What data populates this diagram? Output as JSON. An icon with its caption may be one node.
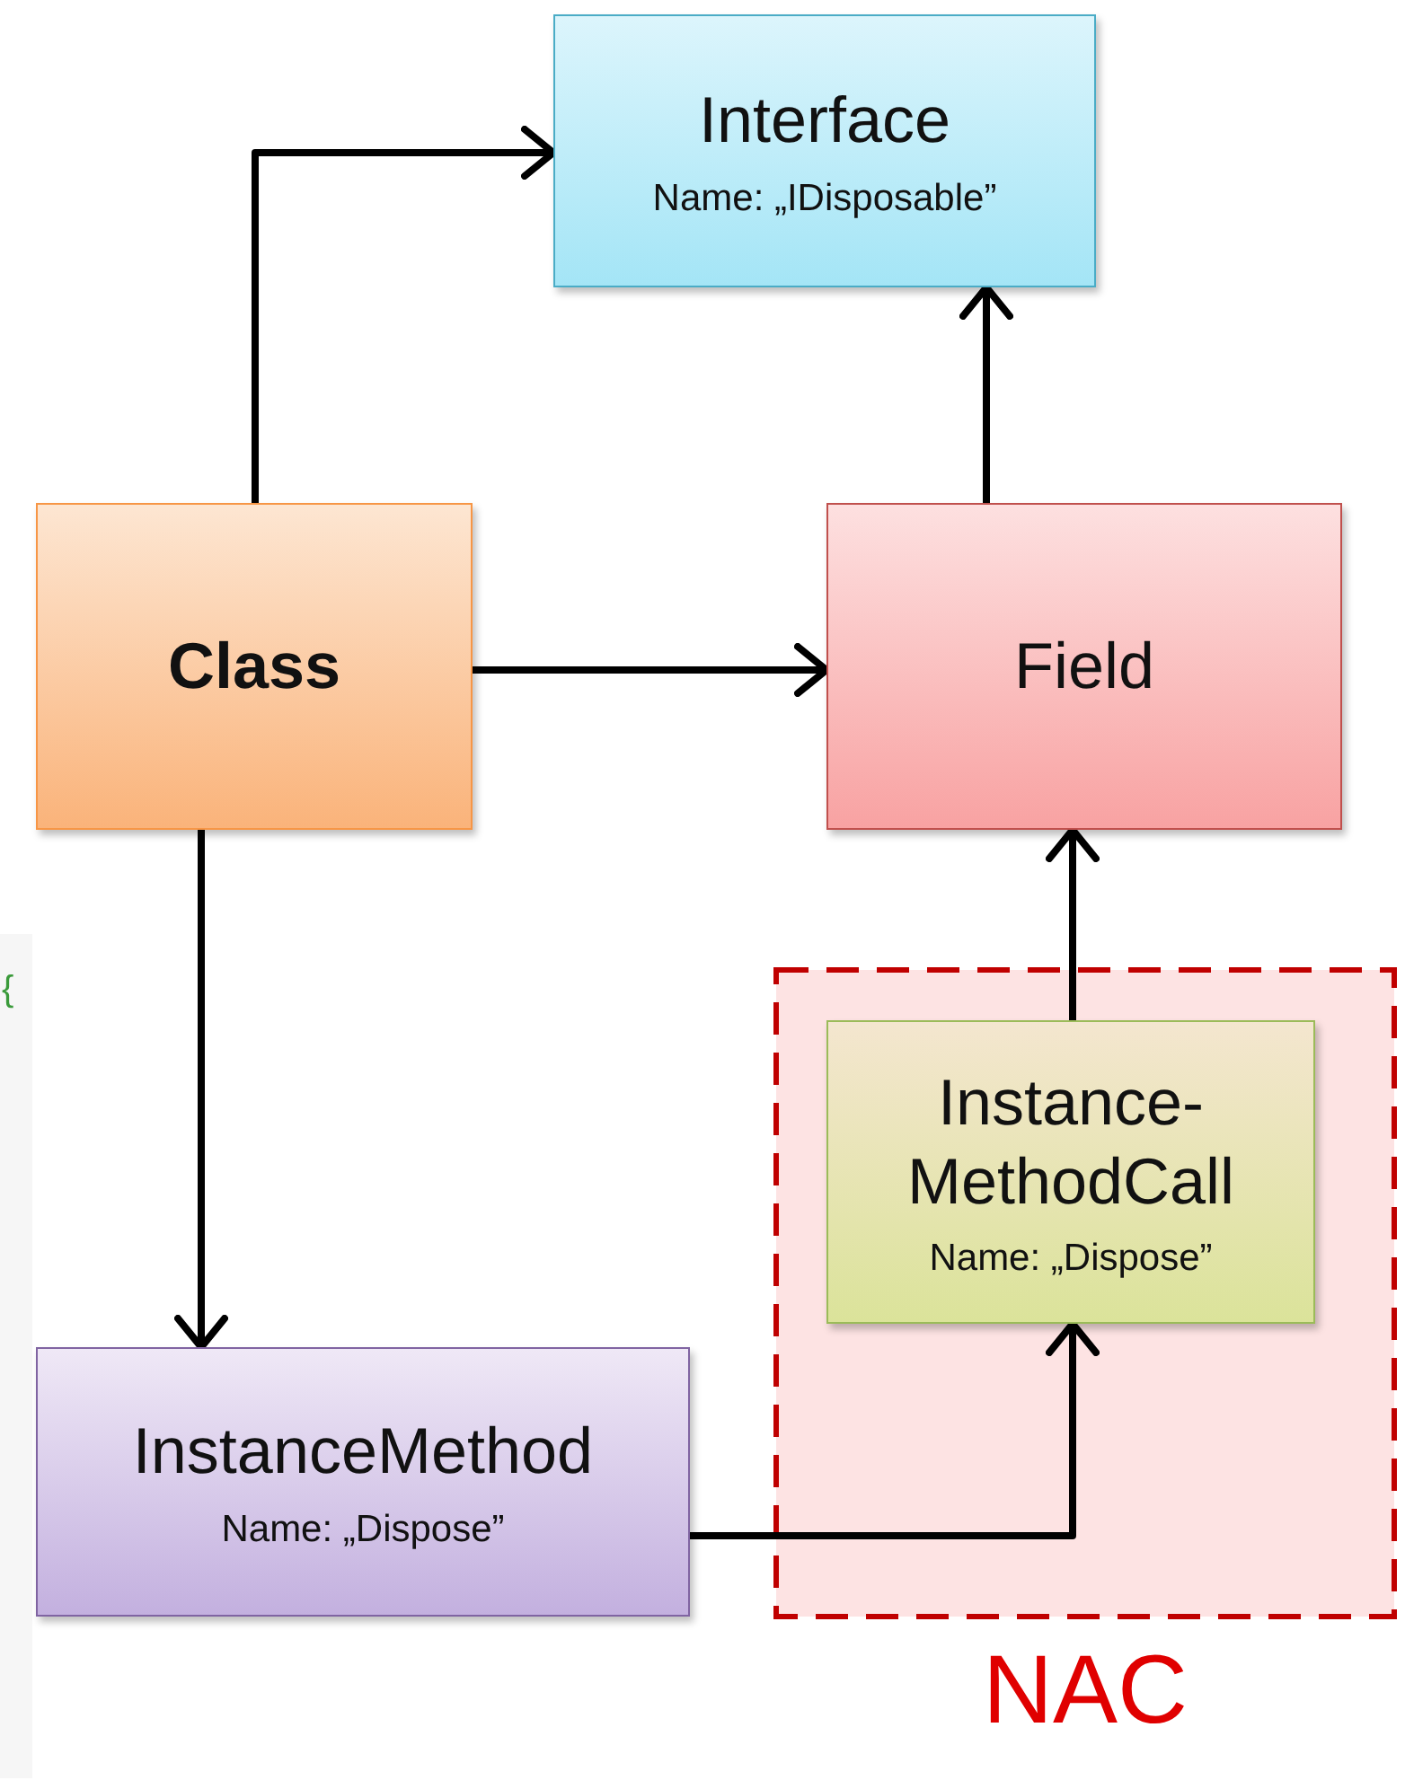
{
  "diagram": {
    "nodes": [
      {
        "text": [
          "Interface",
          "Name: „IDisposable”"
        ]
      },
      {
        "text": [
          "Class"
        ]
      },
      {
        "text": [
          "Field"
        ]
      },
      {
        "text": [
          "NAC"
        ]
      },
      {
        "text": [
          "Instance- MethodCall",
          "Name: „Dispose”"
        ],
        "in": 3
      },
      {
        "text": [
          "InstanceMethod",
          "Name: „Dispose”"
        ]
      }
    ],
    "edges": [
      {
        "from": 1,
        "to": 0,
        "arrow": "to"
      },
      {
        "from": 1,
        "to": 2,
        "arrow": "to"
      },
      {
        "from": 1,
        "to": 5,
        "arrow": "to"
      },
      {
        "from": 2,
        "to": 0,
        "arrow": "to"
      },
      {
        "from": 4,
        "to": 2,
        "arrow": "to"
      },
      {
        "from": 5,
        "to": 4,
        "arrow": "to"
      }
    ],
    "labels": [
      "{"
    ]
  }
}
